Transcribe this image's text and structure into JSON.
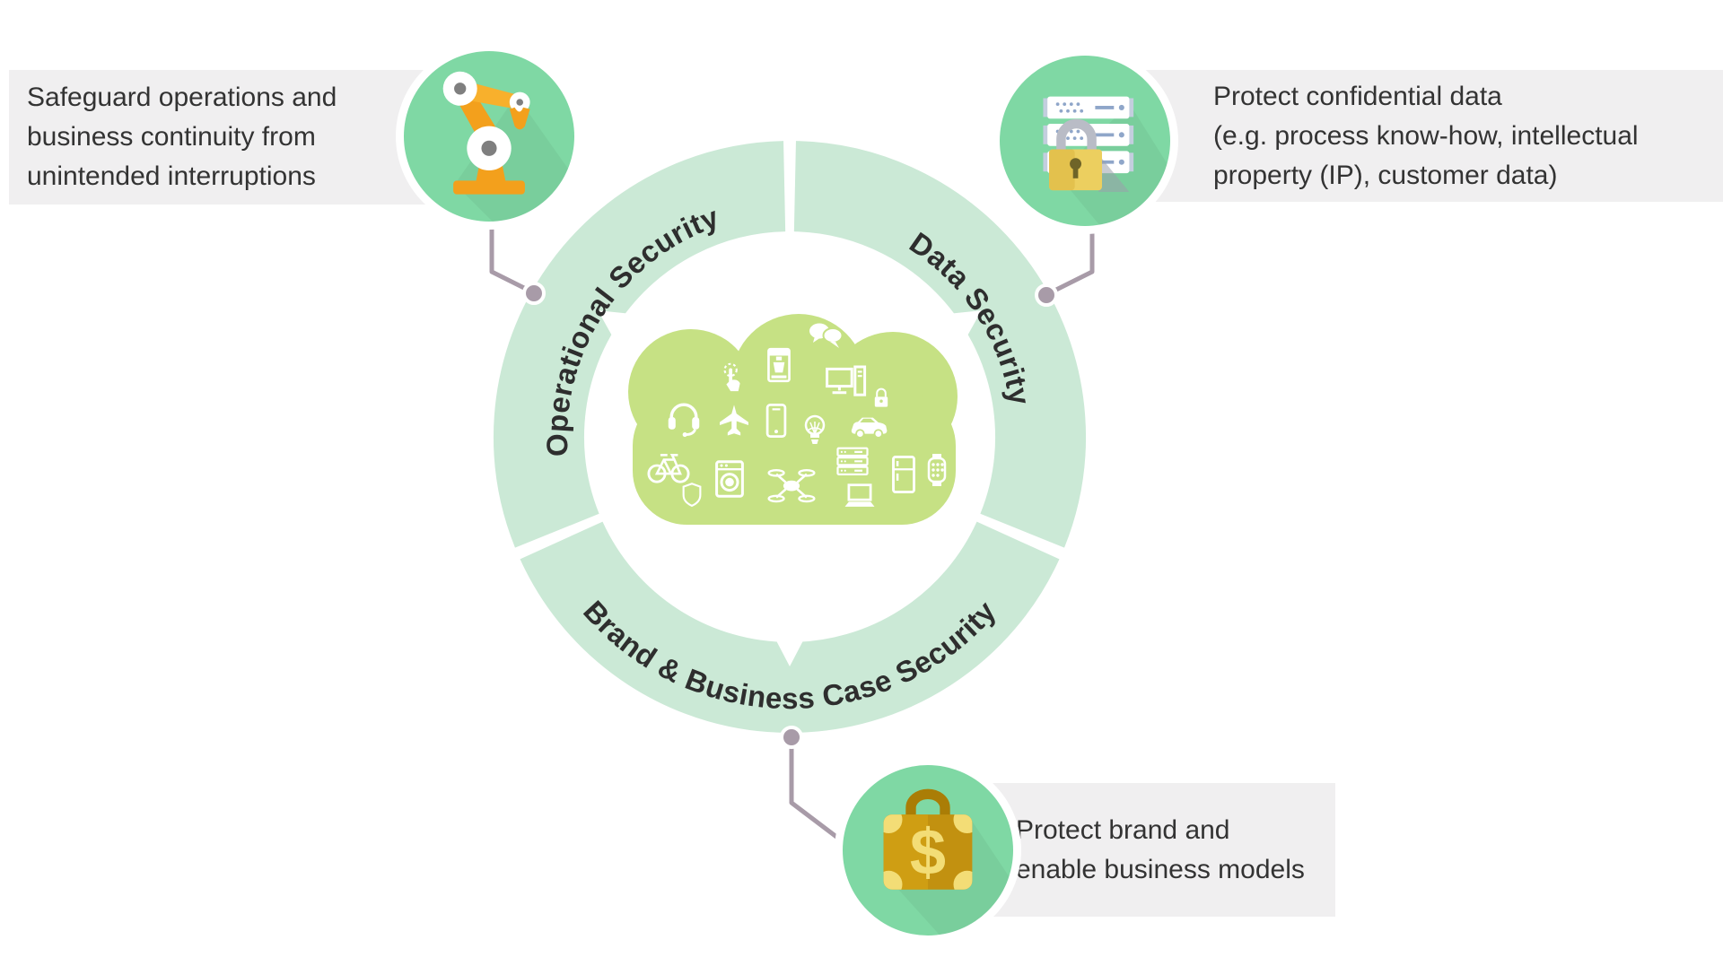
{
  "diagram_title": "IoT Security ring diagram",
  "ring": {
    "segments": [
      {
        "id": "operational",
        "label": "Operational Security"
      },
      {
        "id": "data",
        "label": "Data Security"
      },
      {
        "id": "brand",
        "label": "Brand & Business Case Security"
      }
    ]
  },
  "callouts": {
    "operational": {
      "icon": "robot-arm",
      "lines": [
        "Safeguard operations and",
        "business continuity from",
        "unintended interruptions"
      ]
    },
    "data": {
      "icon": "server-lock",
      "lines": [
        "Protect confidential data",
        "(e.g. process know-how, intellectual",
        "property (IP), customer data)"
      ]
    },
    "brand": {
      "icon": "briefcase-dollar",
      "lines": [
        "Protect brand and",
        "enable business models"
      ]
    }
  },
  "cloud": {
    "icons": [
      "speech-bubbles",
      "coffee-machine",
      "touch-hand",
      "monitor-pc",
      "padlock",
      "headset",
      "airplane",
      "smartphone",
      "lightbulb",
      "car",
      "bicycle",
      "shield",
      "washing-machine",
      "drone",
      "server-stack",
      "laptop",
      "fridge",
      "smartwatch"
    ]
  },
  "colors": {
    "ring": "#cbe9d6",
    "cloud": "#c6e184",
    "circle": "#7fd8a4",
    "connector": "#a89ba8",
    "box_bg": "#f0eff0",
    "text": "#333333",
    "arc_text": "#2e2e2e",
    "robot_orange": "#f3a01c",
    "lock_yellow": "#eccf5f",
    "briefcase_gold": "#c29110"
  }
}
